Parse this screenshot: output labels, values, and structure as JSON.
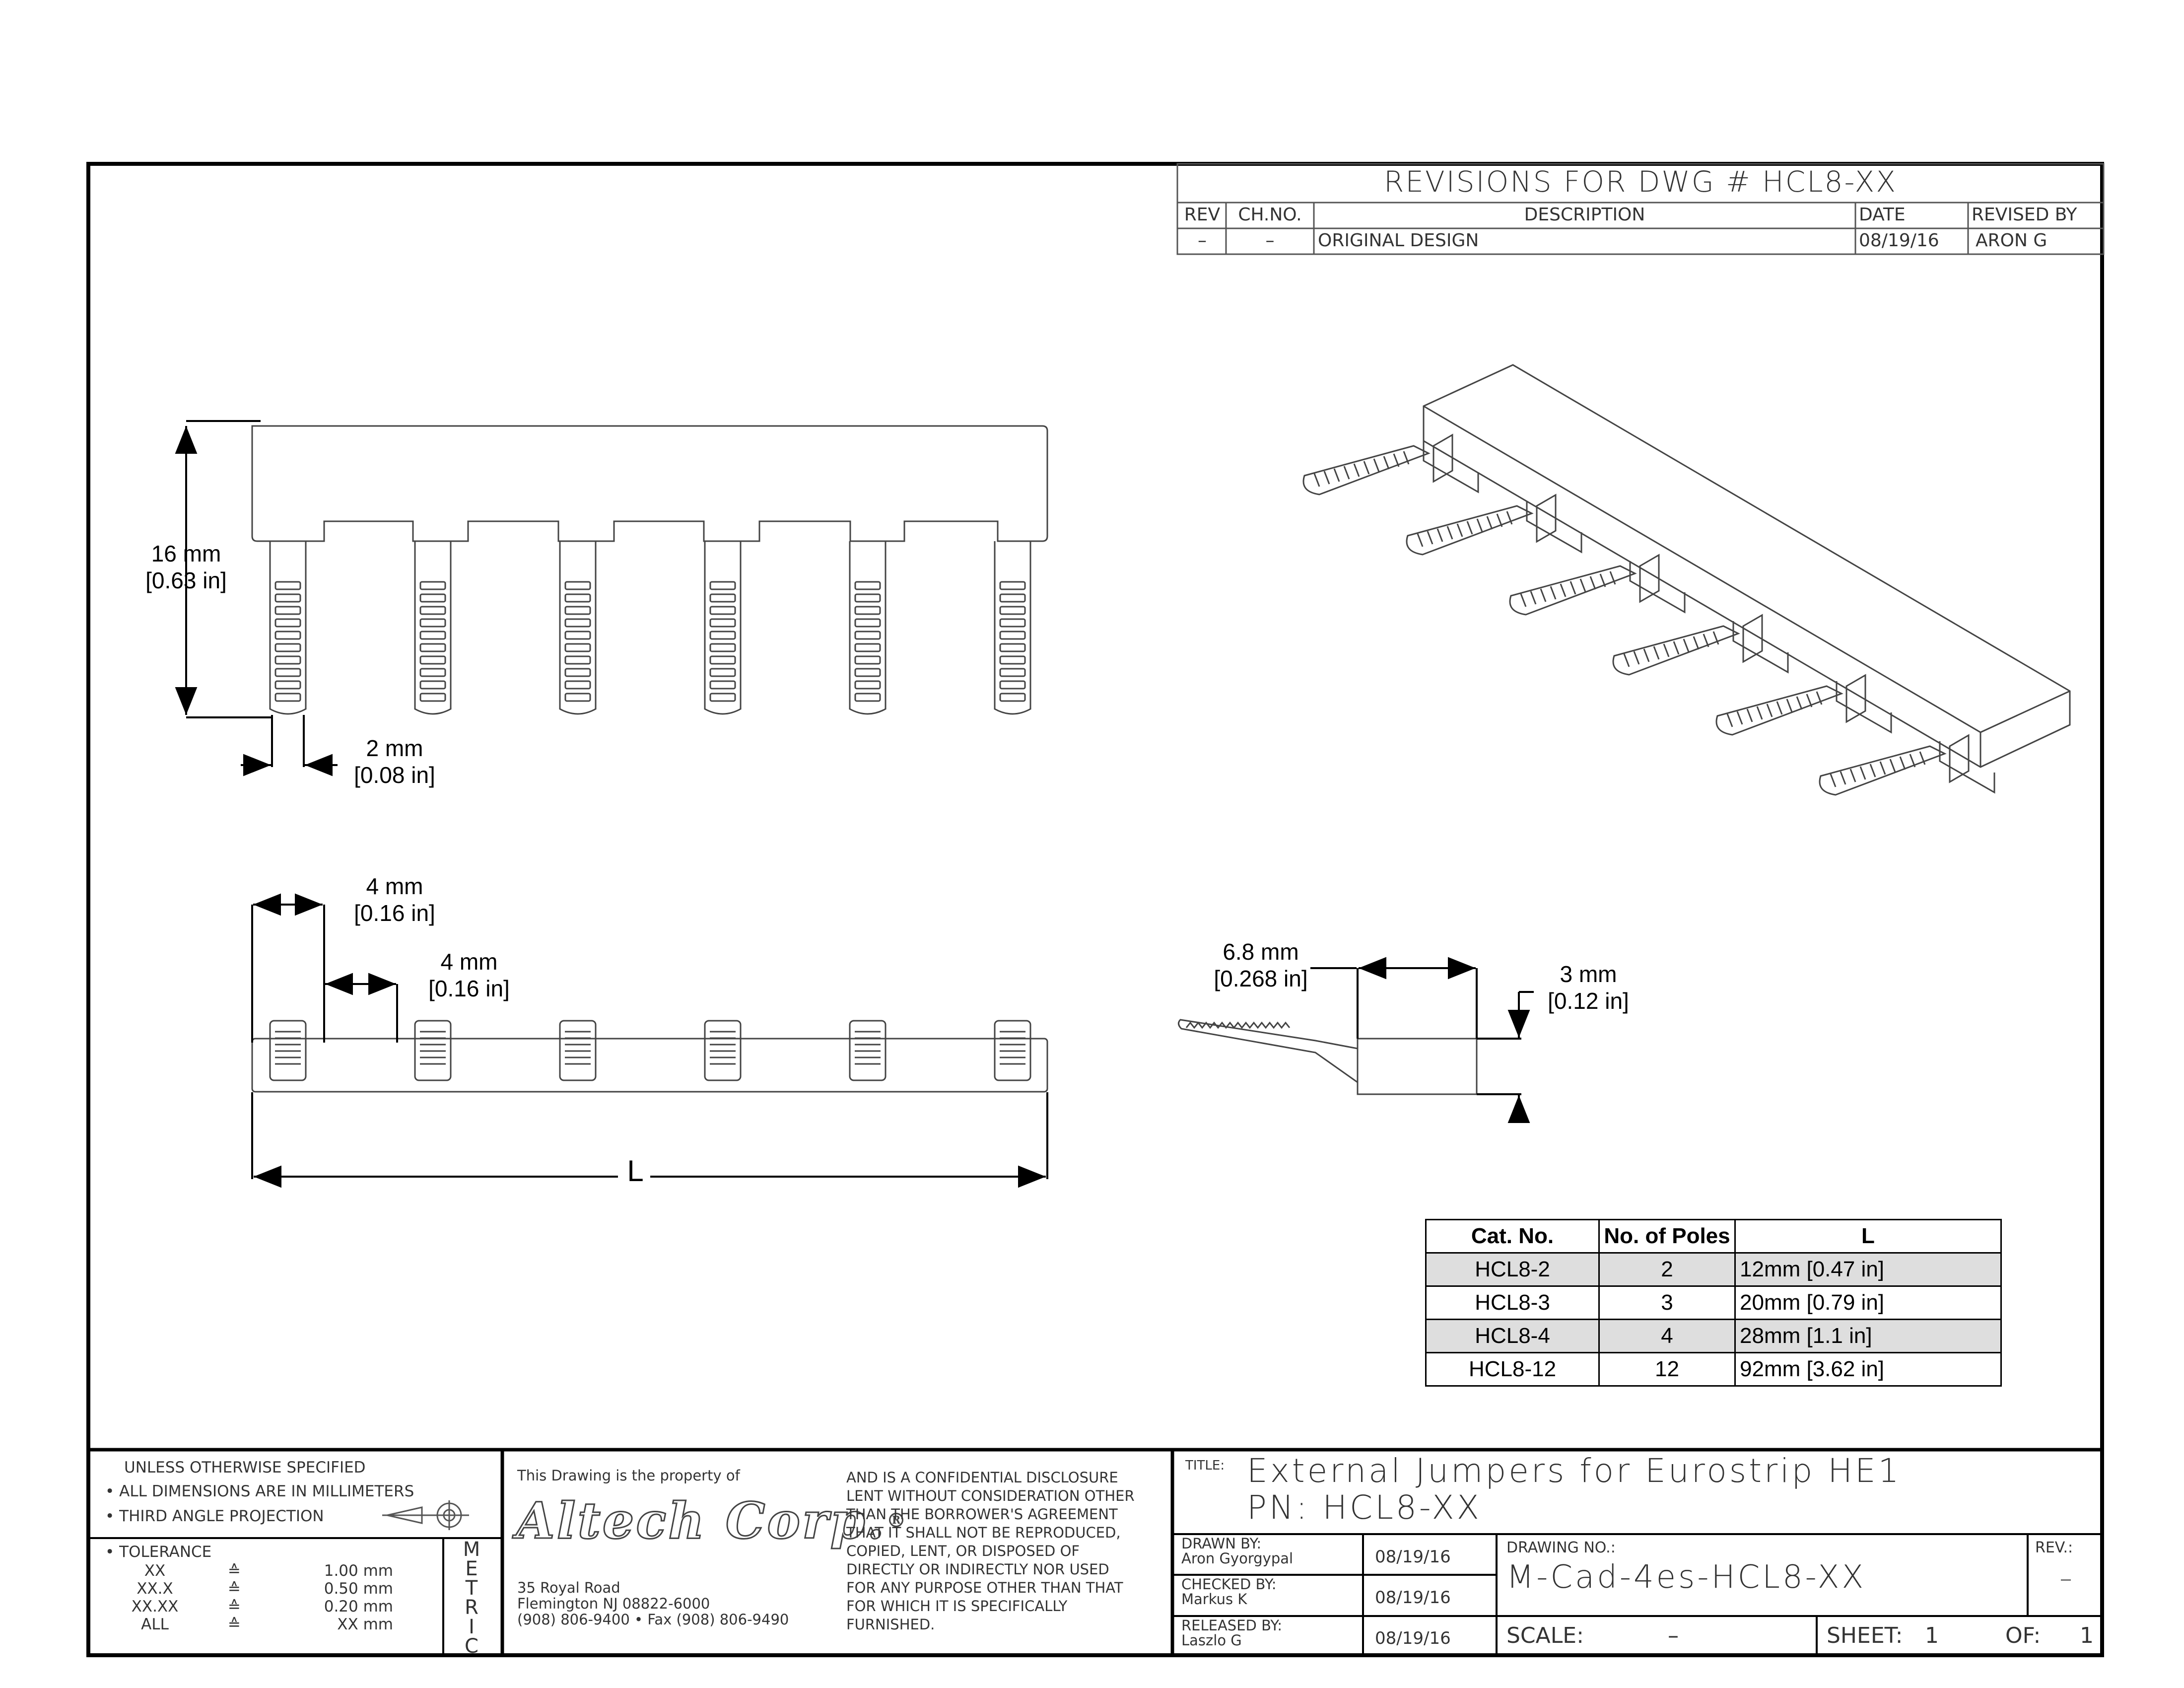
{
  "revisions": {
    "title": "REVISIONS FOR DWG # HCL8-XX",
    "headers": {
      "rev": "REV",
      "chno": "CH.NO.",
      "description": "DESCRIPTION",
      "date": "DATE",
      "revised_by": "REVISED BY"
    },
    "rows": [
      {
        "rev": "–",
        "chno": "–",
        "description": "ORIGINAL DESIGN",
        "date": "08/19/16",
        "revised_by": "ARON G"
      }
    ]
  },
  "dimensions": {
    "height_mm": "16 mm",
    "height_in": "[0.63 in]",
    "pin_width_mm": "2 mm",
    "pin_width_in": "[0.08 in]",
    "pitch1_mm": "4 mm",
    "pitch1_in": "[0.16 in]",
    "pitch2_mm": "4 mm",
    "pitch2_in": "[0.16 in]",
    "length_label": "L",
    "side_length_mm": "6.8 mm",
    "side_length_in": "[0.268 in]",
    "side_thick_mm": "3 mm",
    "side_thick_in": "[0.12 in]"
  },
  "poles_table": {
    "headers": [
      "Cat. No.",
      "No. of Poles",
      "L"
    ],
    "rows": [
      [
        "HCL8-2",
        "2",
        "12mm [0.47 in]"
      ],
      [
        "HCL8-3",
        "3",
        "20mm [0.79 in]"
      ],
      [
        "HCL8-4",
        "4",
        "28mm [1.1 in]"
      ],
      [
        "HCL8-12",
        "12",
        "92mm [3.62 in]"
      ]
    ]
  },
  "title_block": {
    "notes": {
      "unless": "UNLESS OTHERWISE SPECIFIED",
      "units": "• ALL DIMENSIONS ARE IN MILLIMETERS",
      "projection": "• THIRD ANGLE PROJECTION",
      "tolerance": "• TOLERANCE",
      "tol_rows": [
        {
          "k": "XX",
          "eq": "≙",
          "v": "1.00 mm"
        },
        {
          "k": "XX.X",
          "eq": "≙",
          "v": "0.50 mm"
        },
        {
          "k": "XX.XX",
          "eq": "≙",
          "v": "0.20 mm"
        },
        {
          "k": "ALL",
          "eq": "≙",
          "v": "XX mm"
        }
      ],
      "metric": [
        "M",
        "E",
        "T",
        "R",
        "I",
        "C"
      ]
    },
    "company": {
      "property": "This Drawing is the property of",
      "logo": "Altech Corp.",
      "logo_mark": "®",
      "address1": "35 Royal Road",
      "address2": "Flemington NJ 08822-6000",
      "phone": "(908) 806-9400 • Fax (908) 806-9490",
      "disclosure": [
        "AND IS A CONFIDENTIAL DISCLOSURE",
        "LENT WITHOUT CONSIDERATION OTHER",
        "THAN THE BORROWER'S AGREEMENT",
        "THAT IT SHALL NOT BE REPRODUCED,",
        "COPIED, LENT, OR DISPOSED OF",
        "DIRECTLY OR INDIRECTLY NOR USED",
        "FOR ANY PURPOSE OTHER THAN THAT",
        "FOR WHICH IT IS SPECIFICALLY",
        "FURNISHED."
      ]
    },
    "title_label": "TITLE:",
    "title_line1": "External Jumpers for Eurostrip HE1",
    "title_line2": "PN: HCL8-XX",
    "drawn_label": "DRAWN BY:",
    "drawn_name": "Aron Gyorgypal",
    "drawn_date": "08/19/16",
    "checked_label": "CHECKED BY:",
    "checked_name": "Markus K",
    "checked_date": "08/19/16",
    "released_label": "RELEASED BY:",
    "released_name": "Laszlo G",
    "released_date": "08/19/16",
    "drawing_no_label": "DRAWING NO.:",
    "drawing_no": "M-Cad-4es-HCL8-XX",
    "rev_label": "REV.:",
    "rev_value": "–",
    "scale_label": "SCALE:",
    "scale_value": "–",
    "sheet_label": "SHEET:",
    "sheet_value": "1",
    "of_label": "OF:",
    "of_value": "1"
  }
}
